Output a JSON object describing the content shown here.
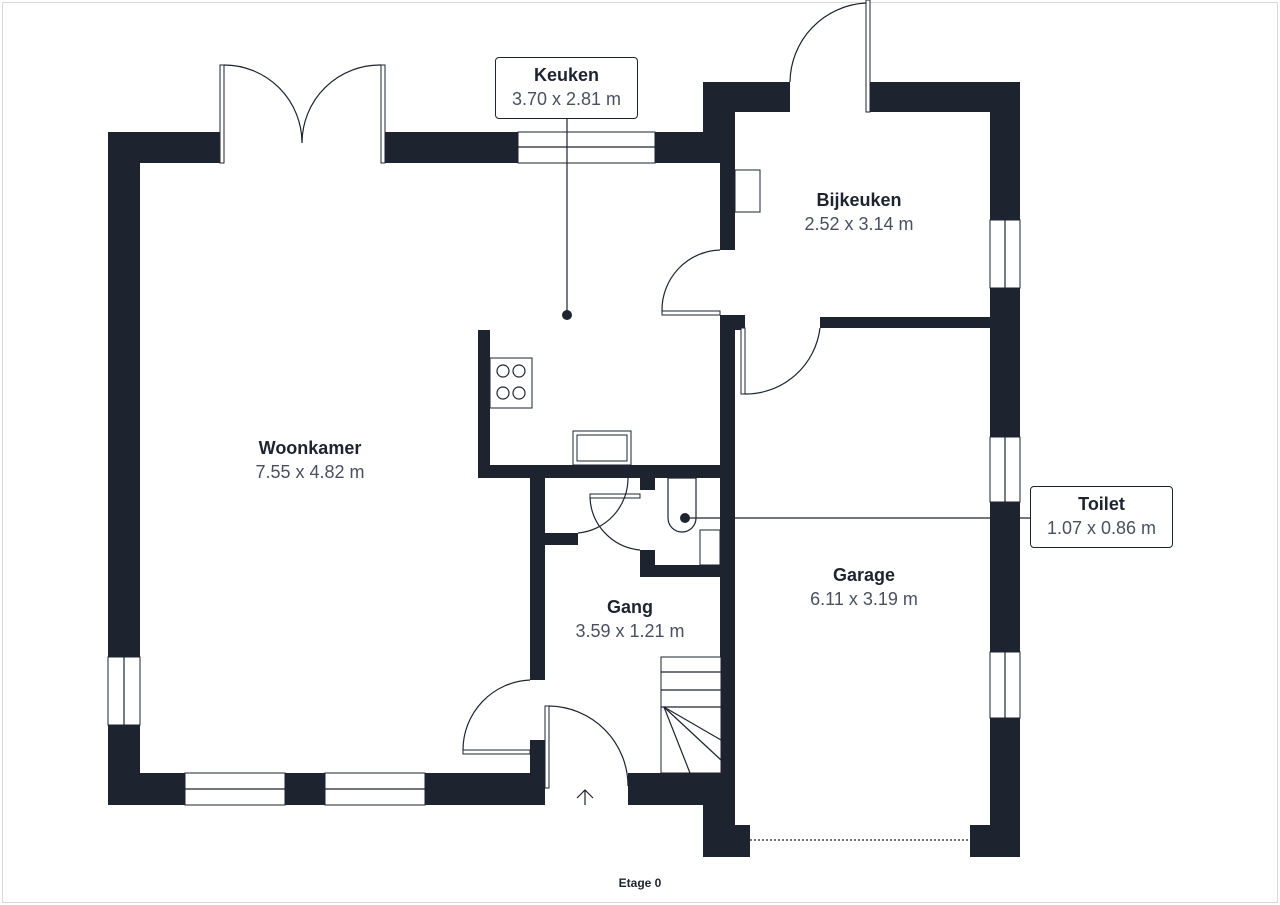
{
  "floor_label": "Etage 0",
  "rooms": [
    {
      "name": "Woonkamer",
      "dims": "7.55 x 4.82 m"
    },
    {
      "name": "Keuken",
      "dims": "3.70 x 2.81 m"
    },
    {
      "name": "Bijkeuken",
      "dims": "2.52 x 3.14 m"
    },
    {
      "name": "Toilet",
      "dims": "1.07 x 0.86 m"
    },
    {
      "name": "Gang",
      "dims": "3.59 x 1.21 m"
    },
    {
      "name": "Garage",
      "dims": "6.11 x 3.19 m"
    }
  ],
  "colors": {
    "wall": "#1d2430",
    "text": "#1d2430"
  }
}
